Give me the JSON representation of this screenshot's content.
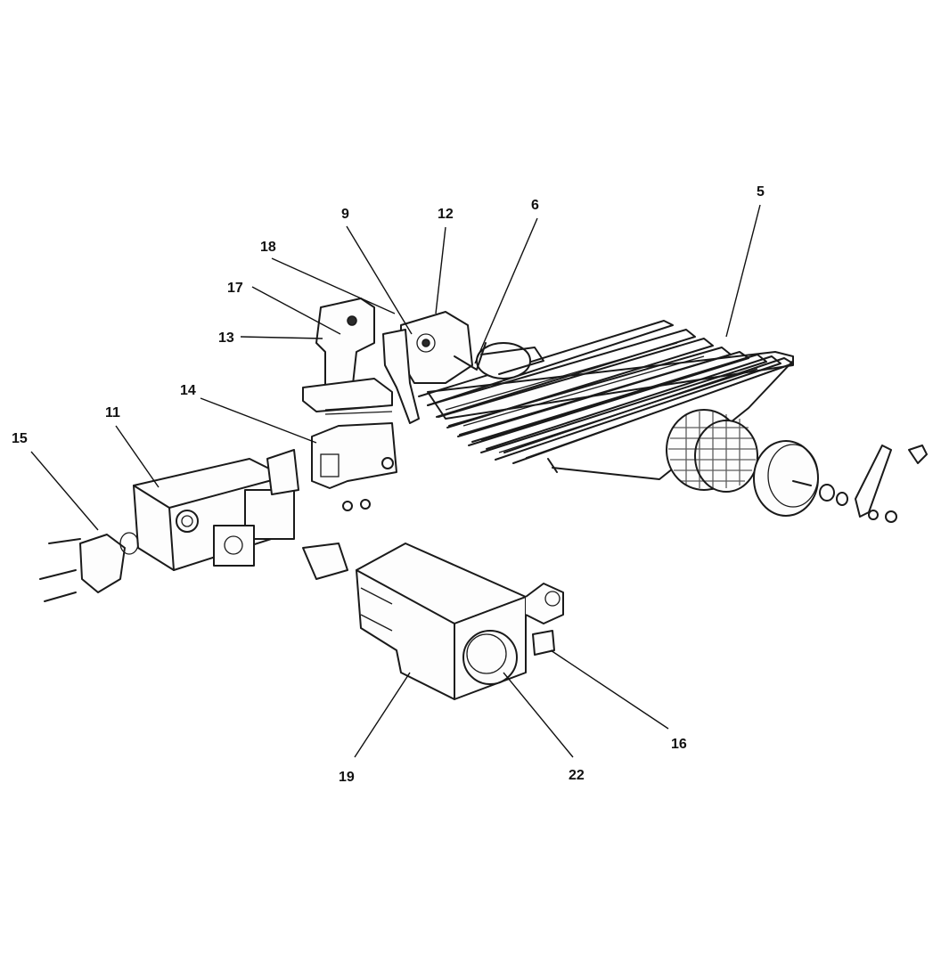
{
  "callouts": [
    {
      "id": "5",
      "label": "5"
    },
    {
      "id": "6",
      "label": "6"
    },
    {
      "id": "9",
      "label": "9"
    },
    {
      "id": "11",
      "label": "11"
    },
    {
      "id": "12",
      "label": "12"
    },
    {
      "id": "13",
      "label": "13"
    },
    {
      "id": "14",
      "label": "14"
    },
    {
      "id": "15",
      "label": "15"
    },
    {
      "id": "16",
      "label": "16"
    },
    {
      "id": "17",
      "label": "17"
    },
    {
      "id": "18",
      "label": "18"
    },
    {
      "id": "19",
      "label": "19"
    },
    {
      "id": "22",
      "label": "22"
    }
  ]
}
